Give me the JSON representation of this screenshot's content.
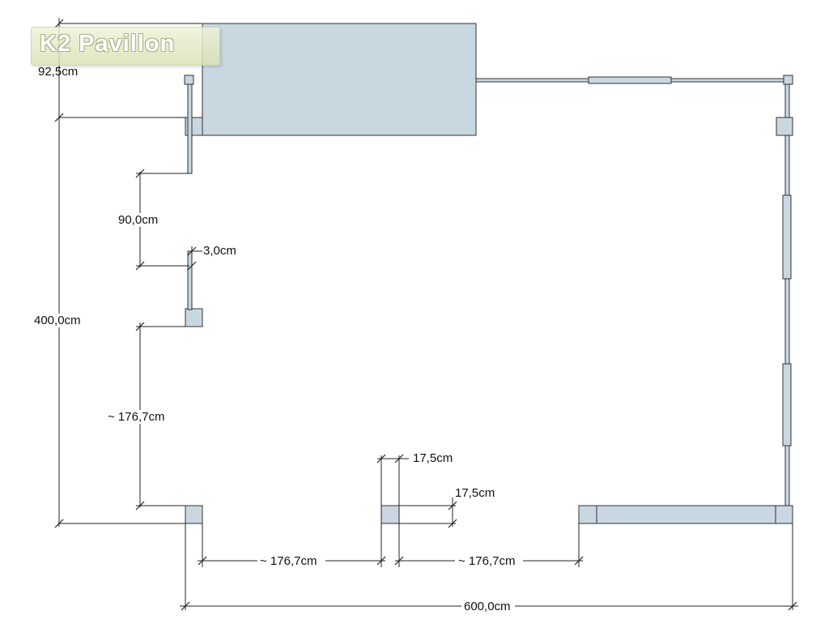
{
  "logo": {
    "text": "K2 Pavillon"
  },
  "dimensions": {
    "top_offset": "92,5cm",
    "opening_left": "90,0cm",
    "wall_thickness": "3,0cm",
    "left_segment": "~ 176,7cm",
    "depth_total": "400,0cm",
    "post_width": "17,5cm",
    "post_depth": "17,5cm",
    "bottom_segment_1": "~ 176,7cm",
    "bottom_segment_2": "~ 176,7cm",
    "width_total": "600,0cm"
  },
  "colors": {
    "post_fill": "#c9d7e1",
    "outline": "#333333",
    "dim_line": "#222222"
  }
}
